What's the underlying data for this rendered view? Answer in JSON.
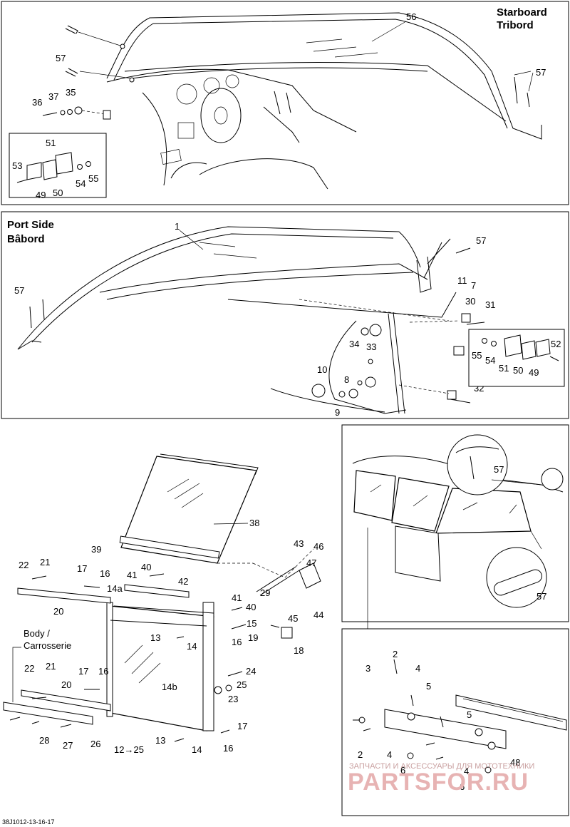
{
  "panels": {
    "top": {
      "title_line1": "Starboard",
      "title_line2": "Tribord"
    },
    "middle": {
      "title_line1": "Port Side",
      "title_line2": "Bâbord"
    },
    "bottom_left": {
      "body_label_line1": "Body /",
      "body_label_line2": "Carrosserie"
    }
  },
  "callouts_top": [
    "56",
    "57",
    "57",
    "37",
    "35",
    "36",
    "51",
    "53",
    "55",
    "54",
    "50",
    "49"
  ],
  "callouts_middle": [
    "1",
    "57",
    "57",
    "11",
    "7",
    "30",
    "31",
    "34",
    "33",
    "52",
    "55",
    "54",
    "51",
    "50",
    "49",
    "10",
    "8",
    "9",
    "32"
  ],
  "callouts_bottom_left": [
    "38",
    "39",
    "22",
    "21",
    "17",
    "16",
    "41",
    "40",
    "42",
    "14a",
    "43",
    "46",
    "47",
    "20",
    "41",
    "40",
    "29",
    "45",
    "44",
    "13",
    "14",
    "15",
    "16",
    "19",
    "18",
    "22",
    "21",
    "17",
    "16",
    "20",
    "24",
    "25",
    "23",
    "14b",
    "26",
    "28",
    "27",
    "12→25",
    "13",
    "14",
    "17",
    "16"
  ],
  "callouts_bottom_right": [
    "57",
    "57",
    "2",
    "3",
    "4",
    "5",
    "5",
    "2",
    "4",
    "6",
    "48",
    "4",
    "6"
  ],
  "watermark": {
    "text": "ЗАПЧАСТИ И АКСЕССУАРЫ ДЛЯ МОТОТЕХНИКИ",
    "logo": "PARTSFOR.RU"
  },
  "reference_code": "38J1012-13-16-17"
}
